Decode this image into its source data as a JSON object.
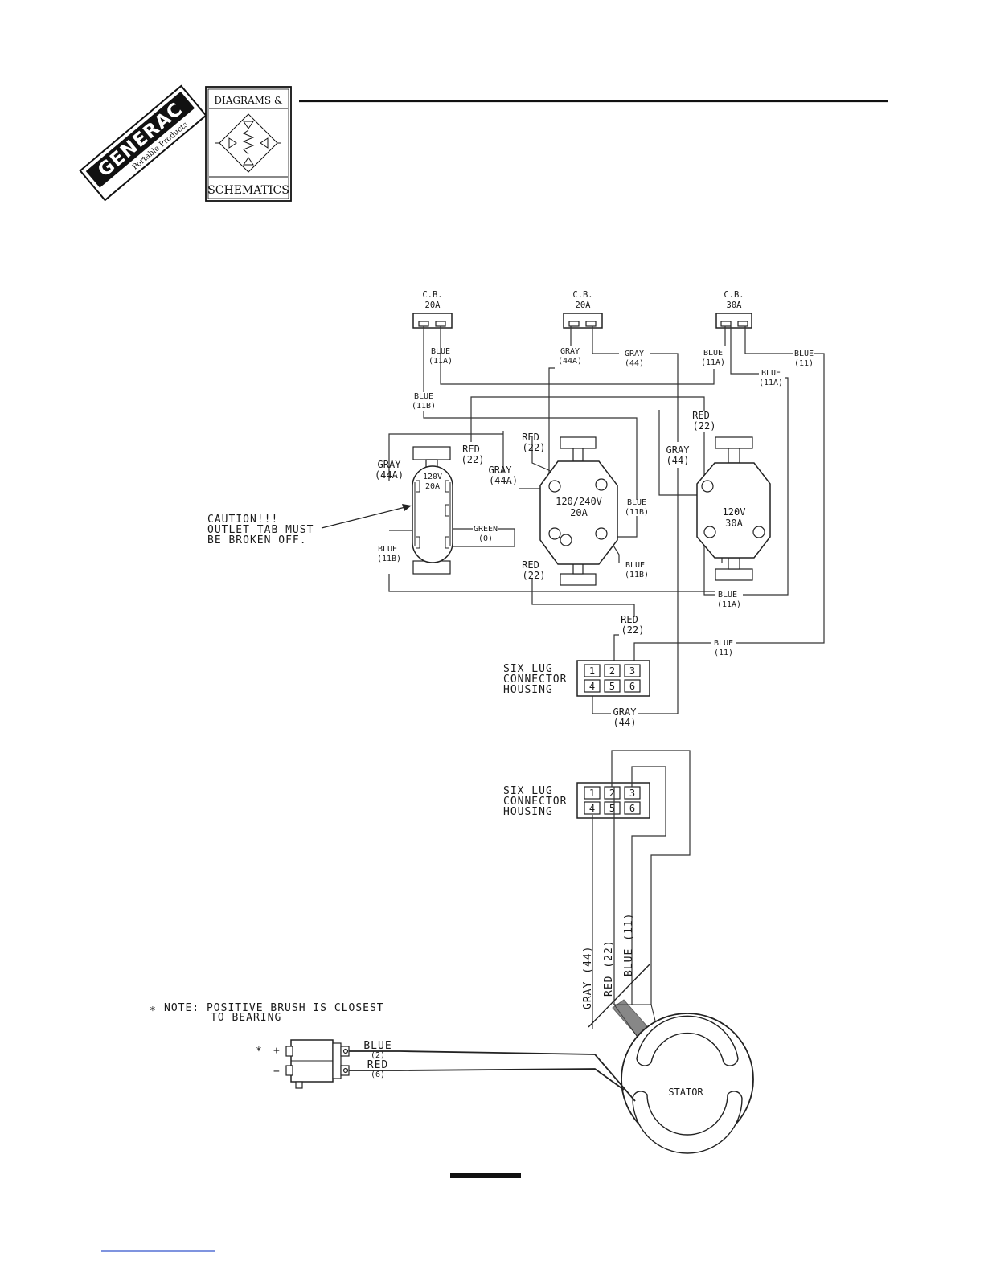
{
  "header": {
    "brand_name": "GENERAC",
    "brand_sub": "Portable Products",
    "badge_top": "DIAGRAMS &",
    "badge_bottom": "SCHEMATICS"
  },
  "breakers": {
    "cb1": {
      "name": "C.B.",
      "rating": "20A"
    },
    "cb2": {
      "name": "C.B.",
      "rating": "20A"
    },
    "cb3": {
      "name": "C.B.",
      "rating": "30A"
    }
  },
  "wires": {
    "blue_11a": {
      "color": "BLUE",
      "id": "(11A)"
    },
    "blue_11b": {
      "color": "BLUE",
      "id": "(11B)"
    },
    "blue_11": {
      "color": "BLUE",
      "id": "(11)"
    },
    "gray_44a": {
      "color": "GRAY",
      "id": "(44A)"
    },
    "gray_44": {
      "color": "GRAY",
      "id": "(44)"
    },
    "red_22": {
      "color": "RED",
      "id": "(22)"
    },
    "green_0": {
      "color": "GREEN",
      "id": "(0)"
    },
    "blue_2": {
      "color": "BLUE",
      "id": "(2)"
    },
    "red_6": {
      "color": "RED",
      "id": "(6)"
    }
  },
  "outlets": {
    "duplex": {
      "voltage": "120V",
      "rating": "20A"
    },
    "twist_240": {
      "voltage": "120/240V",
      "rating": "20A"
    },
    "twist_30": {
      "voltage": "120V",
      "rating": "30A"
    }
  },
  "caution": {
    "line1": "CAUTION!!!",
    "line2": "OUTLET TAB MUST",
    "line3": "BE BROKEN OFF."
  },
  "connector": {
    "label_line1": "SIX LUG",
    "label_line2": "CONNECTOR",
    "label_line3": "HOUSING",
    "pins": [
      "1",
      "2",
      "3",
      "4",
      "5",
      "6"
    ]
  },
  "stator": {
    "label": "STATOR",
    "lead_gray": "GRAY (44)",
    "lead_red": "RED (22)",
    "lead_blue": "BLUE (11)"
  },
  "brush": {
    "note_mark": "*",
    "note_line1": "NOTE: POSITIVE BRUSH IS CLOSEST",
    "note_line2": "TO BEARING",
    "plus": "+",
    "minus": "−"
  },
  "colors": {
    "ink": "#1a1a1a",
    "paper": "#ffffff",
    "footer_link": "#3355cc"
  }
}
